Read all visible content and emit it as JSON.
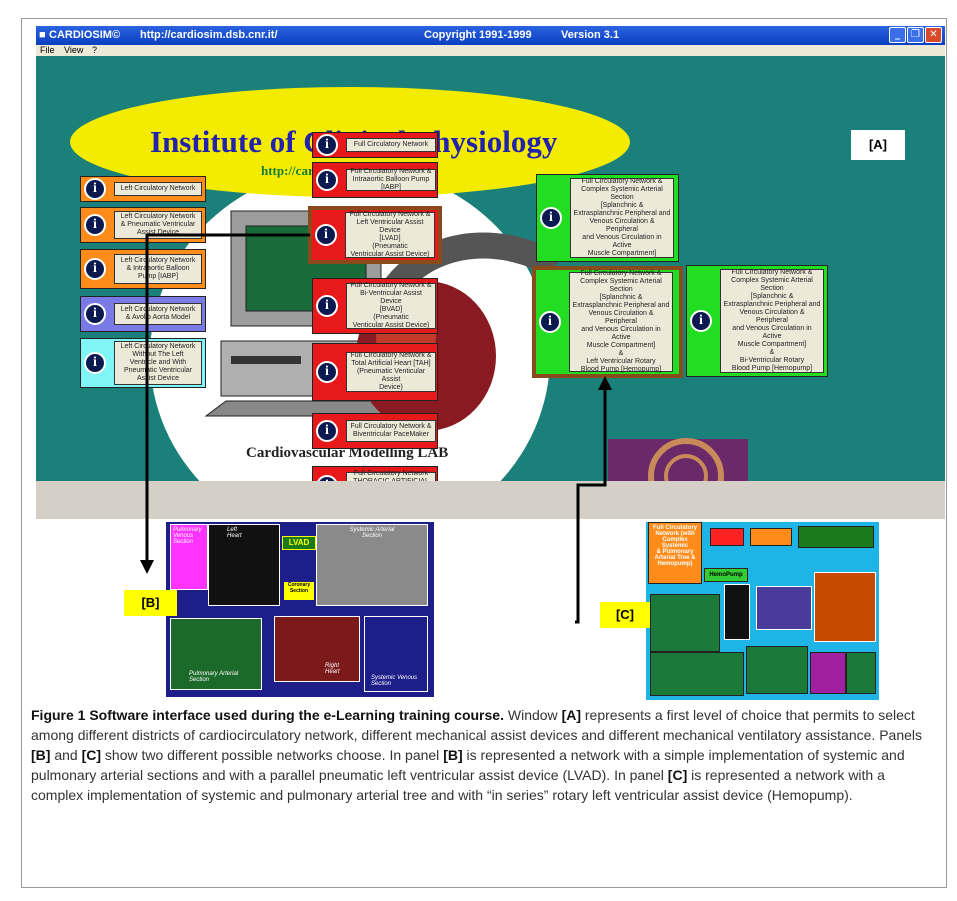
{
  "window": {
    "app_name": "CARDIOSIM©",
    "url": "http://cardiosim.dsb.cnr.it/",
    "copyright": "Copyright 1991-1999",
    "version": "Version 3.1",
    "menu": [
      "File",
      "View",
      "?"
    ]
  },
  "splash": {
    "title": "Institute of Clinical Physiology",
    "url": "http://cardiosim.dsb.cnr.it/",
    "lab": "Cardiovascular Modelling LAB"
  },
  "panel_tags": {
    "a": "[A]",
    "b": "[B]",
    "c": "[C]"
  },
  "left_buttons": [
    {
      "label": "Left Circulatory Network",
      "color": "#ff8c1a"
    },
    {
      "label": "Left Circulatory Network\n& Pneumatic Ventricular\nAssist Device",
      "color": "#ff8c1a"
    },
    {
      "label": "Left Circulatory Network\n& Intraaortic Balloon\nPump [IABP]",
      "color": "#ff8c1a"
    },
    {
      "label": "Left Circulatory Network\n& Avolio Aorta Model",
      "color": "#7a7ae6"
    },
    {
      "label": "Left Circulatory Network\nWithout The Left\nVentricle and With\nPneumatic Ventricular\nAssist Device",
      "color": "#7ff5f5"
    }
  ],
  "center_buttons": [
    {
      "label": "Full Circulatory Network"
    },
    {
      "label": "Full Circulatory Network &\nIntraaortic Balloon Pump [IABP]"
    },
    {
      "label": "Full Circulatory Network &\nLeft Ventricular Assist Device\n[LVAD]\n(Pneumatic\nVentricular Assist Device)"
    },
    {
      "label": "Full Circulatory Network &\nBi-Ventricular Assist Device\n[BVAD]\n(Pneumatic\nVenticular Assist Device)"
    },
    {
      "label": "Full Circulatory Network &\nTotal Artificial Heart [TAH]\n(Pneumatic Venticular Assist\nDevice)"
    },
    {
      "label": "Full Circulatory Network &\nBiventricular PaceMaker"
    },
    {
      "label": "Full Circulatory Network\nTHORACIC ARTIFICIAL LUNG\n& PUCA Pump"
    }
  ],
  "right_buttons": [
    {
      "label": "Full Circulatory Network &\nComplex Systemic Arterial\nSection\n[Splanchnic &\nExtrasplanchnic Peripheral and\nVenous Circulation & Peripheral\nand Venous Circulation in Active\nMuscle Compartment]"
    },
    {
      "label": "Full Circulatory Network &\nComplex Systemic Arterial\nSection\n[Splanchnic &\nExtrasplanchnic Peripheral and\nVenous Circulation & Peripheral\nand Venous Circulation in Active\nMuscle Compartment]\n&\nLeft Ventricular Rotary\nBlood Pump [Hemopump]"
    },
    {
      "label": "Full Circulatory Network &\nComplex Systemic Arterial\nSection\n[Splanchnic &\nExtrasplanchnic Peripheral and\nVenous Circulation & Peripheral\nand Venous Circulation in Active\nMuscle Compartment]\n&\nBi-Ventricular Rotary\nBlood Pump [Hemopump]"
    }
  ],
  "panel_b": {
    "pulmonary_venous": "Pulmonary\nVenous\nSection",
    "left_heart": "Left\nHeart",
    "lvad": "LVAD",
    "systemic_arterial": "Systemic Arterial\nSection",
    "coronary": "Coronary\nSection",
    "pulmonary_arterial": "Pulmonary Arterial\nSection",
    "right_heart": "Right\nHeart",
    "systemic_venous": "Systemic Venous\nSection"
  },
  "panel_c": {
    "title": "Full Circulatory\nNetwork (with\nComplex Systemic\n& Pulmonary\nArterial Tree &\nHemopump)",
    "hemopump": "HemoPump"
  },
  "caption": {
    "title": "Figure 1 Software interface used during the e-Learning training course.",
    "body_1": "Window",
    "tag_a": "[A]",
    "body_2": "represents a first level of choice that permits to select among different districts of cardiocirculatory network, different mechanical assist devices and different mechanical ventilatory assistance. Panels",
    "tag_b": "[B]",
    "and": "and",
    "tag_c": "[C]",
    "body_3": "show two different possible networks choose. In panel",
    "body_4": "is represented a network with a simple implementation of systemic and pulmonary arterial sections and with a parallel pneumatic left ventricular assist device (LVAD). In panel",
    "body_5": "is represented a network with a complex implementation of systemic and pulmonary arterial tree and with “in series” rotary left ventricular assist device (Hemopump)."
  }
}
